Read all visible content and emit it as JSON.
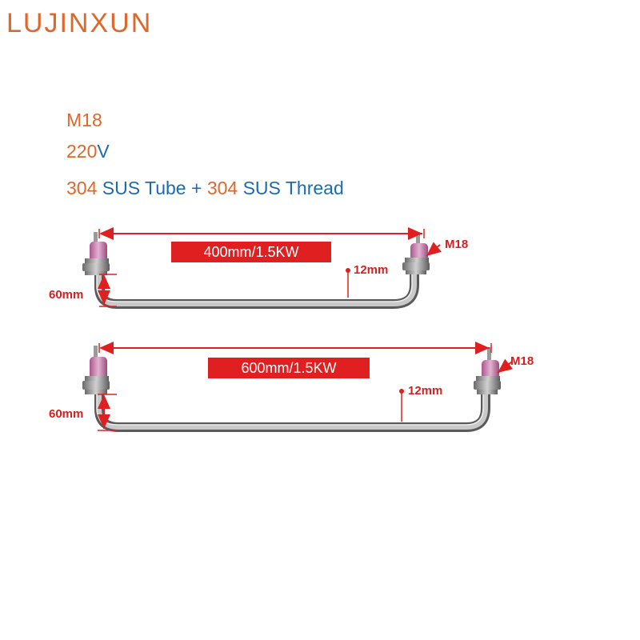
{
  "brand": {
    "logo_text": "LUJINXUN",
    "color": "#e0672a"
  },
  "specs": {
    "thread": "M18",
    "voltage_number": "220",
    "voltage_unit": "V",
    "material_number_1": "304",
    "material_text_1": " SUS Tube + ",
    "material_number_2": "304",
    "material_text_2": " SUS Thread"
  },
  "colors": {
    "orange": "#e0672a",
    "blue": "#1c6bb1",
    "red": "#e02020",
    "steel": "#9a9a9a"
  },
  "heaters": [
    {
      "length_power": "400mm/1.5KW",
      "height": "60mm",
      "tube_diameter": "12mm",
      "thread": "M18"
    },
    {
      "length_power": "600mm/1.5KW",
      "height": "60mm",
      "tube_diameter": "12mm",
      "thread": "M18"
    }
  ]
}
